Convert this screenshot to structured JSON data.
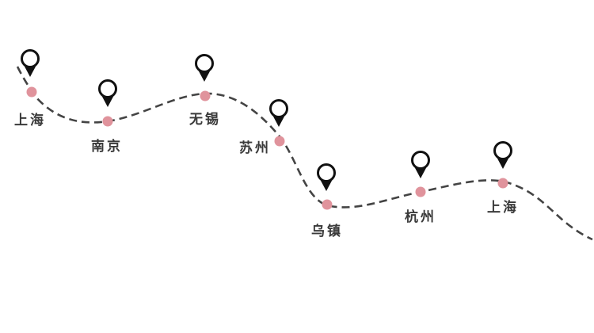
{
  "route": {
    "line_color": "#444444",
    "dot_color": "#e0939c",
    "pin_color": "#111111",
    "stops": [
      {
        "name": "上海"
      },
      {
        "name": "南京"
      },
      {
        "name": "无锡"
      },
      {
        "name": "苏州"
      },
      {
        "name": "乌镇"
      },
      {
        "name": "杭州"
      },
      {
        "name": "上海"
      }
    ]
  }
}
